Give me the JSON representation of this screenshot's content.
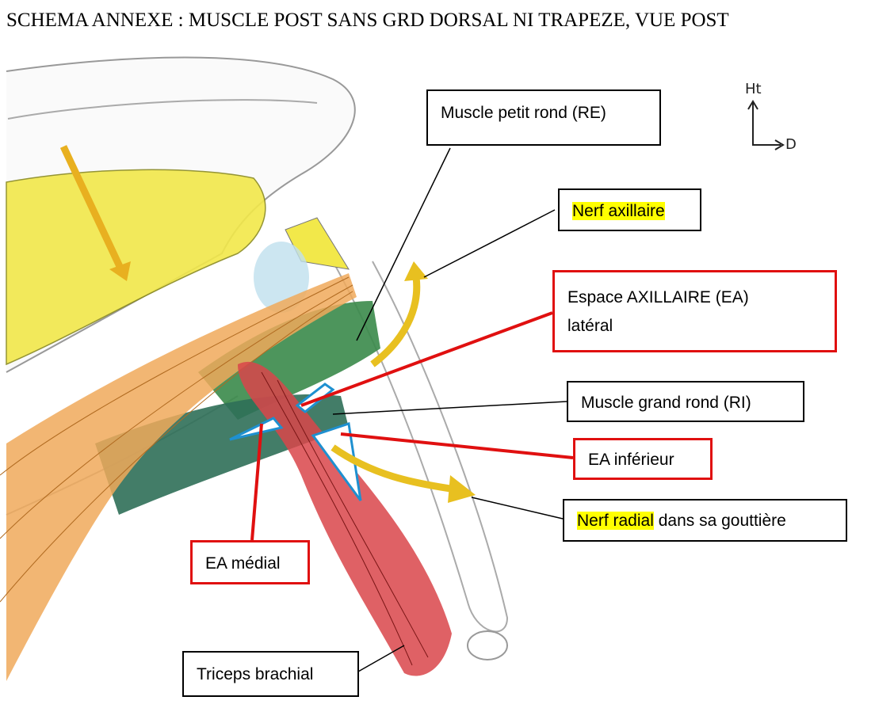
{
  "title": "SCHEMA ANNEXE : MUSCLE POST SANS GRD DORSAL NI TRAPEZE, VUE POST",
  "orientation": {
    "up_label": "Ht",
    "right_label": "D"
  },
  "labels": {
    "petit_rond": "Muscle petit rond (RE)",
    "nerf_axillaire": "Nerf axillaire",
    "ea_lateral_line1": "Espace AXILLAIRE (EA)",
    "ea_lateral_line2": "latéral",
    "grand_rond": "Muscle grand rond (RI)",
    "ea_inferieur": "EA inférieur",
    "nerf_radial": "Nerf radial",
    "nerf_radial_rest": " dans sa gouttière",
    "ea_medial": "EA médial",
    "triceps": "Triceps brachial"
  },
  "colors": {
    "highlight": "#ffff00",
    "red_box": "#e01010",
    "space_outline": "#1e90d0"
  }
}
